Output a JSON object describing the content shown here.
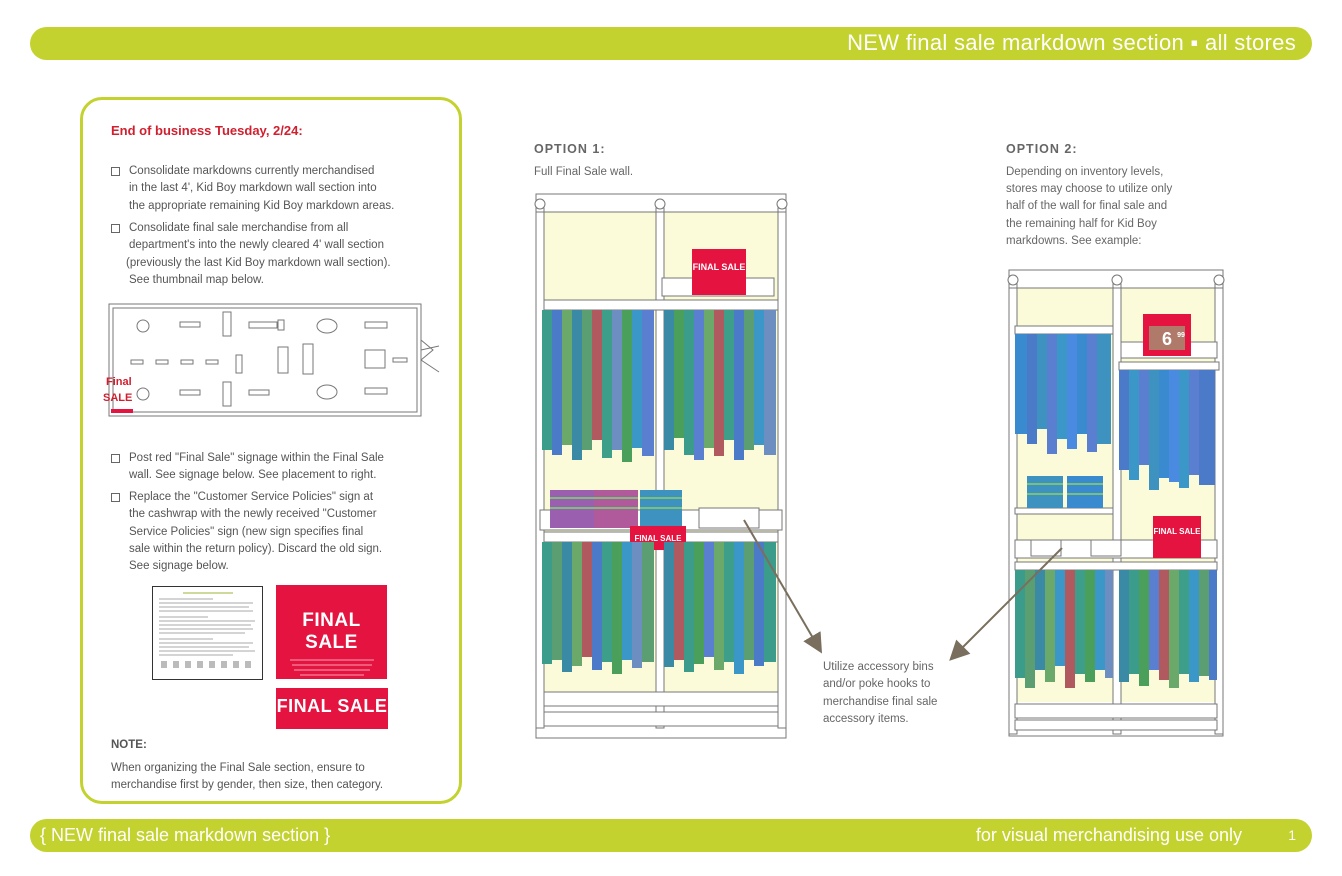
{
  "header": {
    "title": "NEW final sale markdown section ▪ all stores"
  },
  "footer": {
    "left": "{ NEW final sale markdown section }",
    "right": "for visual merchandising use only",
    "page": "1"
  },
  "panel": {
    "deadline": "End of business Tuesday, 2/24:",
    "tasks_top": [
      [
        "Consolidate markdowns currently merchandised",
        " in the last 4', Kid Boy markdown wall section into",
        " the appropriate remaining Kid Boy markdown areas."
      ],
      [
        "Consolidate final sale merchandise from all",
        " department's into the newly cleared 4' wall section",
        "(previously the last Kid Boy markdown wall section).",
        " See thumbnail map below."
      ]
    ],
    "map_label_1": "Final",
    "map_label_2": "SALE",
    "tasks_bottom": [
      [
        "Post red \"Final Sale\" signage within the Final Sale",
        "wall. See signage below. See placement to right."
      ],
      [
        "Replace the \"Customer Service Policies\" sign at",
        "the cashwrap with the newly received \"Customer",
        "Service Policies\" sign (new sign specifies final",
        "sale within the return policy). Discard the old sign.",
        "See signage below."
      ]
    ],
    "sign_text": "FINAL SALE",
    "note_heading": "NOTE:",
    "note_lines": [
      "When organizing the Final Sale section, ensure to",
      "merchandise first by gender, then size, then category."
    ]
  },
  "option1": {
    "heading": "OPTION 1:",
    "lines": [
      "Full Final Sale wall."
    ],
    "sign": "FINAL SALE"
  },
  "option2": {
    "heading": "OPTION 2:",
    "lines": [
      "Depending on inventory levels,",
      "stores may choose to utilize only",
      "half of the wall for final sale and",
      "the remaining half for Kid Boy",
      "markdowns. See example:"
    ],
    "sign": "FINAL SALE",
    "price_main": "6",
    "price_cents": "99"
  },
  "callout": {
    "lines": [
      "Utilize accessory bins",
      "and/or poke hooks to",
      "merchandise final sale",
      "accessory items."
    ]
  },
  "colors": {
    "banner": "#c3d22f",
    "sign_red": "#e5133f",
    "deadline_red": "#d0202f",
    "wall_cream": "#fbfbd9"
  }
}
